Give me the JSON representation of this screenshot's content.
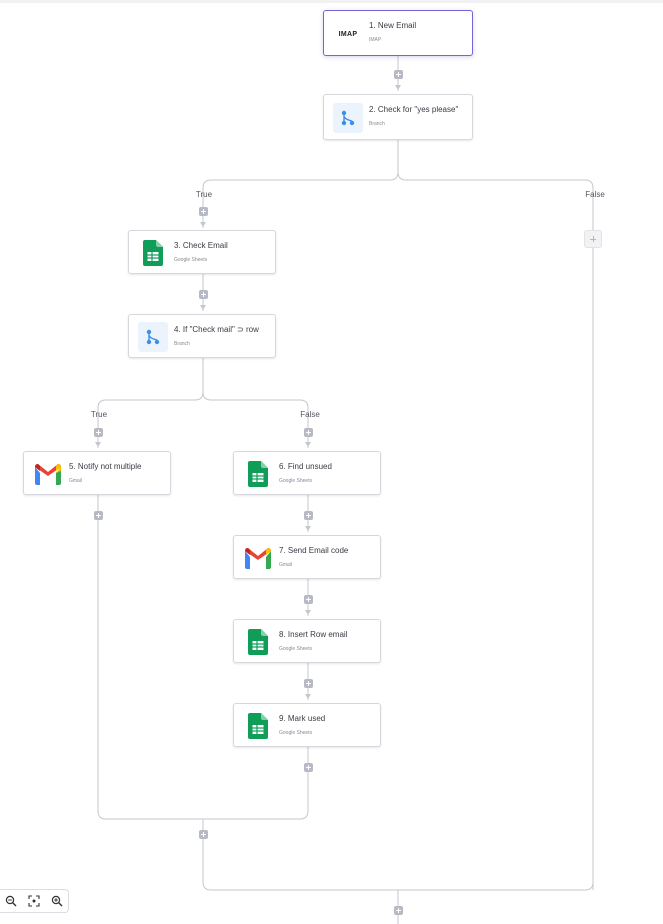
{
  "nodes": [
    {
      "title": "1. New Email",
      "app": "IMAP",
      "icon": "imap-logo"
    },
    {
      "title": "2. Check for \"yes please\"",
      "app": "Branch",
      "icon": "branch-icon"
    },
    {
      "title": "3. Check Email",
      "app": "Google Sheets",
      "icon": "google-sheets-icon"
    },
    {
      "title": "4. If \"Check mail\" ⊃ row",
      "app": "Branch",
      "icon": "branch-icon"
    },
    {
      "title": "5. Notify not multiple",
      "app": "Gmail",
      "icon": "gmail-icon"
    },
    {
      "title": "6. Find unsued",
      "app": "Google Sheets",
      "icon": "google-sheets-icon"
    },
    {
      "title": "7. Send Email code",
      "app": "Gmail",
      "icon": "gmail-icon"
    },
    {
      "title": "8. Insert Row email",
      "app": "Google Sheets",
      "icon": "google-sheets-icon"
    },
    {
      "title": "9. Mark used",
      "app": "Google Sheets",
      "icon": "google-sheets-icon"
    }
  ],
  "imap_logo_text": "IMAP",
  "branches": {
    "branch1_true": "True",
    "branch1_false": "False",
    "branch2_true": "True",
    "branch2_false": "False"
  },
  "zoom_controls": [
    "zoom-out-icon",
    "fit-to-screen-icon",
    "zoom-in-icon"
  ],
  "colors": {
    "selected_border": "#7b63d6",
    "connector": "#c5c7cf",
    "plus_button": "#b7bac5",
    "branch_icon": "#3d8ee6"
  }
}
